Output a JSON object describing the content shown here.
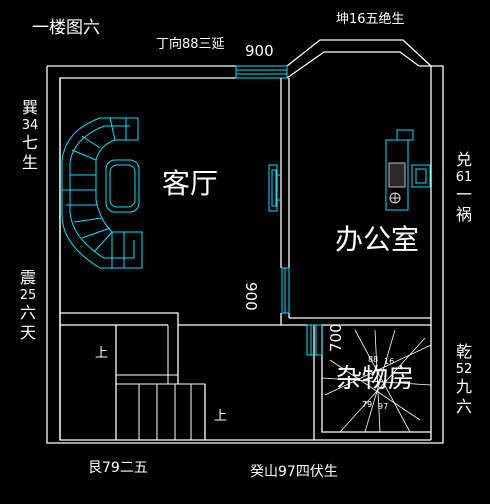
{
  "title": "一楼图六",
  "top_labels": {
    "ding": "丁向88三延",
    "kun": "坤16五绝生",
    "window_width": "900"
  },
  "rooms": {
    "living": "客厅",
    "office": "办公室",
    "storage": "杂物房",
    "stair_up_1": "上",
    "stair_up_2": "上"
  },
  "dimensions": {
    "door_right": "900",
    "storage_door": "700"
  },
  "left_labels": {
    "xun": [
      "巽",
      "34",
      "七",
      "生"
    ],
    "zhen": [
      "震",
      "25",
      "六",
      "天"
    ]
  },
  "right_labels": {
    "dui": [
      "兑",
      "61",
      "一",
      "祸"
    ],
    "qian": [
      "乾",
      "52",
      "九",
      "六"
    ]
  },
  "bottom_labels": {
    "gen": "艮79二五",
    "gui": "癸山97四伏生"
  },
  "storage_numbers": [
    "88",
    "16",
    "79",
    "97"
  ],
  "colors": {
    "wall": "#ffffff",
    "furniture": "#00e0ff",
    "background": "#000000"
  }
}
